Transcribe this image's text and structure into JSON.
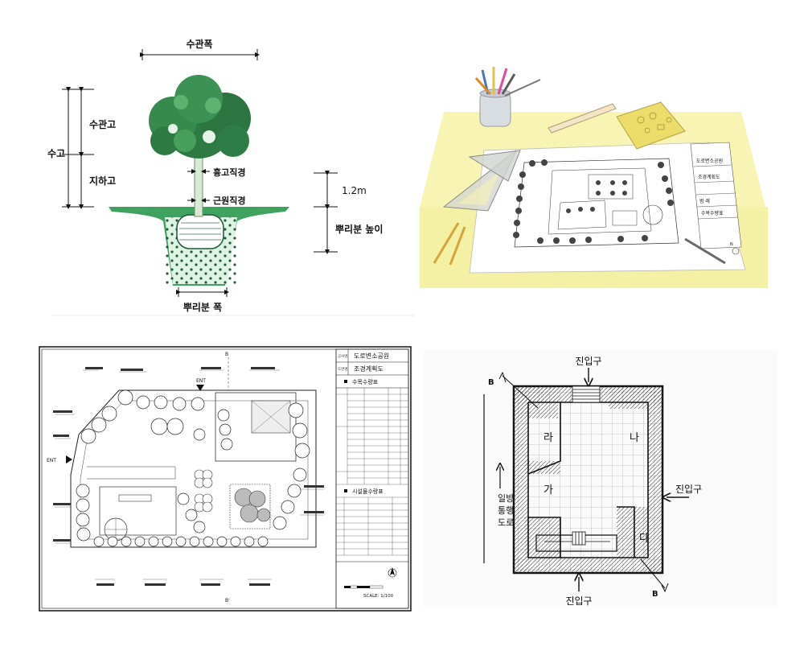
{
  "tree_diagram": {
    "crown_width": "수관폭",
    "crown_height": "수관고",
    "tree_height": "수고",
    "clear_height": "지하고",
    "chest_diameter": "흉고직경",
    "root_diameter": "근원직경",
    "chest_height": "1.2m",
    "rootball_height": "뿌리분 높이",
    "rootball_width": "뿌리분 폭"
  },
  "desk_scene": {
    "title_block": [
      "도로변소공원",
      "조경계획도",
      "범 례",
      "수목수량표"
    ]
  },
  "landscape_plan": {
    "title_block": {
      "project_label": "공사명",
      "project_name": "도로변소공원",
      "drawing_label": "도면명",
      "drawing_name": "조경계획도",
      "tree_table_title": "수목수량표",
      "facility_table_title": "시설물수량표",
      "scale": "SCALE: 1/100"
    },
    "entry_left": "ENT",
    "entry_top": "ENT"
  },
  "site_plan": {
    "entrance_top": "진입구",
    "entrance_bottom": "진입구",
    "entrance_right": "진입구",
    "road_label": "일방통행도로",
    "zone_ra": "라",
    "zone_na": "나",
    "zone_ga": "가",
    "zone_da": "다",
    "section_b_top": "B",
    "section_b_bottom": "B"
  }
}
